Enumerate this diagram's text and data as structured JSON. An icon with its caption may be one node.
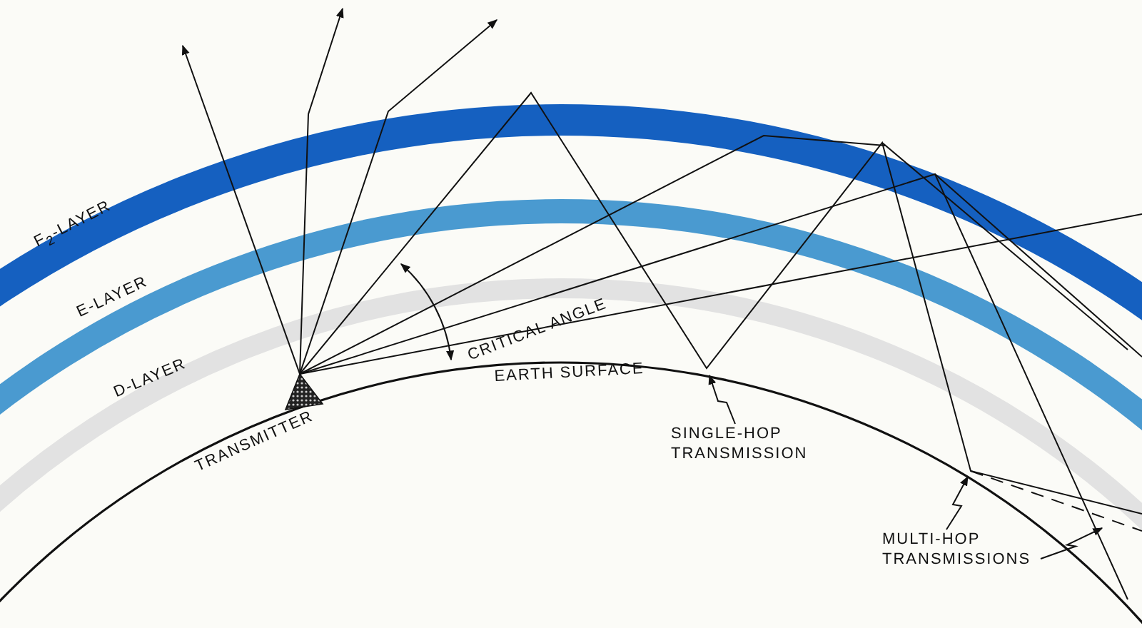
{
  "diagram": {
    "nodes": [
      {
        "text": [
          "SINGLE-HOP TRANSMISSION"
        ]
      },
      {
        "text": [
          "MULTI-HOP TRANSMISSIONS"
        ]
      }
    ],
    "edges": [
      {
        "from": 0,
        "to": null,
        "arrow": "to"
      },
      {
        "from": 1,
        "to": null,
        "arrow": "to"
      },
      {
        "from": 1,
        "to": null,
        "arrow": "to"
      }
    ],
    "labels": [
      "F$_{2}$-LAYER",
      "E-LAYER",
      "D-LAYER",
      "CRITICAL ANGLE",
      "TRANSMITTER",
      "EARTH SURFACE"
    ]
  }
}
